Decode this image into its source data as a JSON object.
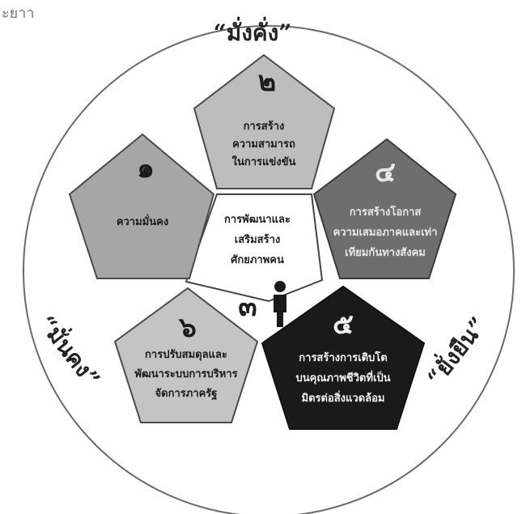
{
  "corner_text": "ะยาา",
  "titles": {
    "top": "“มั่งคั่ง”",
    "left": "“มั่นคง”",
    "right": "“ยั่งยืน”"
  },
  "center": {
    "lines": [
      "การพัฒนาและ",
      "เสริมสร้าง",
      "ศักยภาพคน"
    ],
    "number": "๓"
  },
  "pentagons": [
    {
      "id": "p1",
      "number": "๑",
      "lines": [
        "ความมั่นคง"
      ],
      "fill": "#a6a6a6",
      "text_color": "#1a1a1a"
    },
    {
      "id": "p2",
      "number": "๒",
      "lines": [
        "การสร้าง",
        "ความสามารถ",
        "ในการแข่งขัน"
      ],
      "fill": "#bdbdbd",
      "text_color": "#1a1a1a"
    },
    {
      "id": "p4",
      "number": "๔",
      "lines": [
        "การสร้างโอกาส",
        "ความเสมอภาคและเท่า",
        "เทียมกันทางสังคม"
      ],
      "fill": "#6e6e6e",
      "text_color": "#e8e8e8"
    },
    {
      "id": "p5",
      "number": "๕",
      "lines": [
        "การสร้างการเติบโต",
        "บนคุณภาพชีวิตที่เป็น",
        "มิตรต่อสิ่งแวดล้อม"
      ],
      "fill": "#1a1a1a",
      "text_color": "#f2f2f2"
    },
    {
      "id": "p6",
      "number": "๖",
      "lines": [
        "การปรับสมดุลและ",
        "พัฒนาระบบการบริหาร",
        "จัดการภาครัฐ"
      ],
      "fill": "#c4c4c4",
      "text_color": "#1a1a1a"
    }
  ]
}
